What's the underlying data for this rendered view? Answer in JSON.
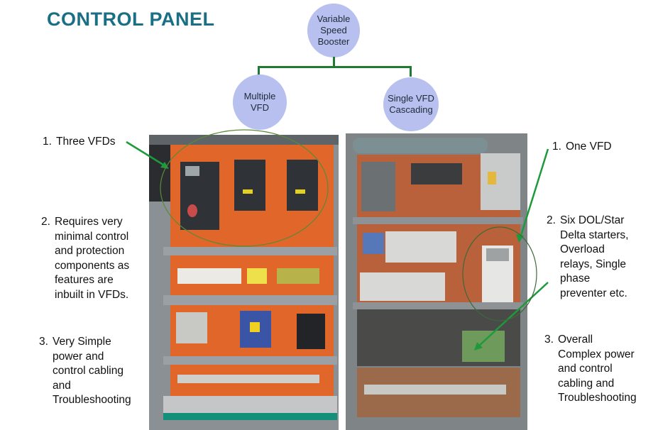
{
  "title": "CONTROL PANEL",
  "diagram": {
    "root": "Variable\nSpeed\nBooster",
    "left_child": "Multiple\nVFD",
    "right_child": "Single VFD\nCascading"
  },
  "left_notes": [
    {
      "num": "1.",
      "text": "Three VFDs"
    },
    {
      "num": "2.",
      "text": "Requires very\nminimal control\nand protection\ncomponents as\nfeatures are\ninbuilt in VFDs."
    },
    {
      "num": "3.",
      "text": "Very Simple\npower and\ncontrol cabling\nand\nTroubleshooting"
    }
  ],
  "right_notes": [
    {
      "num": "1.",
      "text": "One VFD"
    },
    {
      "num": "2.",
      "text": "Six DOL/Star\nDelta starters,\nOverload\nrelays, Single\nphase\npreventer etc."
    },
    {
      "num": "3.",
      "text": "Overall\nComplex power\nand control\ncabling and\nTroubleshooting"
    }
  ],
  "colors": {
    "title": "#1a6f84",
    "node_fill": "#b7c0ee",
    "connector": "#1f7a34",
    "arrow": "#1e9a3c",
    "panel_orange": "#e0662a",
    "panel_gray": "#8c9196"
  }
}
